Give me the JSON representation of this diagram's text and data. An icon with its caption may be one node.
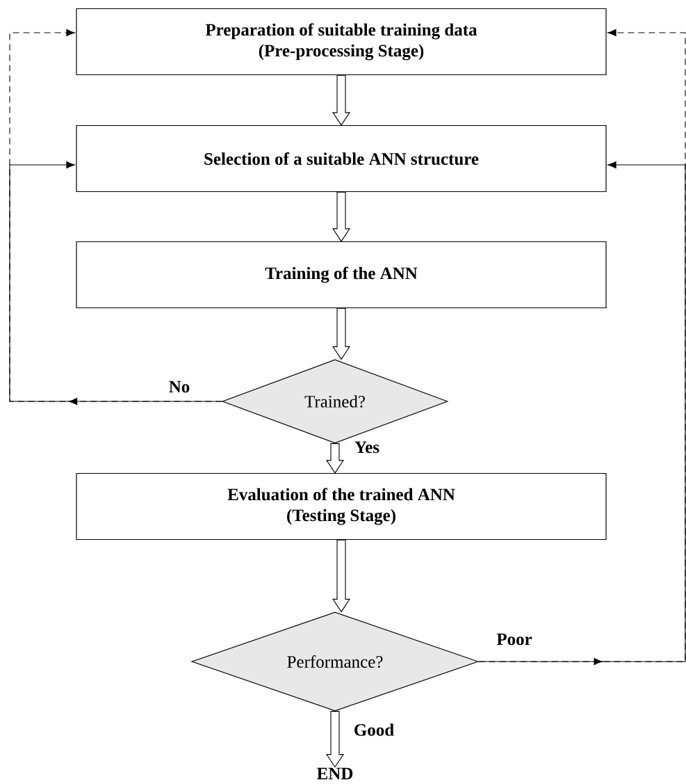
{
  "diagram": {
    "nodes": [
      {
        "text": [
          "Preparation of suitable training data",
          "(Pre-processing Stage)"
        ]
      },
      {
        "text": [
          "Selection of a suitable ANN structure"
        ]
      },
      {
        "text": [
          "Training of the ANN"
        ]
      },
      {
        "text": [
          "Trained?"
        ]
      },
      {
        "text": [
          "Evaluation of the trained ANN",
          "(Testing Stage)"
        ]
      },
      {
        "text": [
          "Performance?"
        ]
      },
      {
        "text": [
          "END"
        ]
      }
    ],
    "edges": [
      {
        "from": 0,
        "to": 1,
        "arrow": "to"
      },
      {
        "from": 1,
        "to": 2,
        "arrow": "to"
      },
      {
        "from": 2,
        "to": 3,
        "arrow": "to"
      },
      {
        "from": 3,
        "to": 4,
        "arrow": "to",
        "label": "Yes"
      },
      {
        "from": 4,
        "to": 5,
        "arrow": "to"
      },
      {
        "from": 5,
        "to": 6,
        "arrow": "to",
        "label": "Good"
      },
      {
        "from": 3,
        "to": 1,
        "arrow": "to",
        "label": "No"
      },
      {
        "from": 3,
        "to": 0,
        "arrow": "to",
        "style": "dashed"
      },
      {
        "from": 5,
        "to": 1,
        "arrow": "to",
        "label": "Poor"
      },
      {
        "from": 5,
        "to": 0,
        "arrow": "to",
        "style": "dashed"
      }
    ]
  }
}
